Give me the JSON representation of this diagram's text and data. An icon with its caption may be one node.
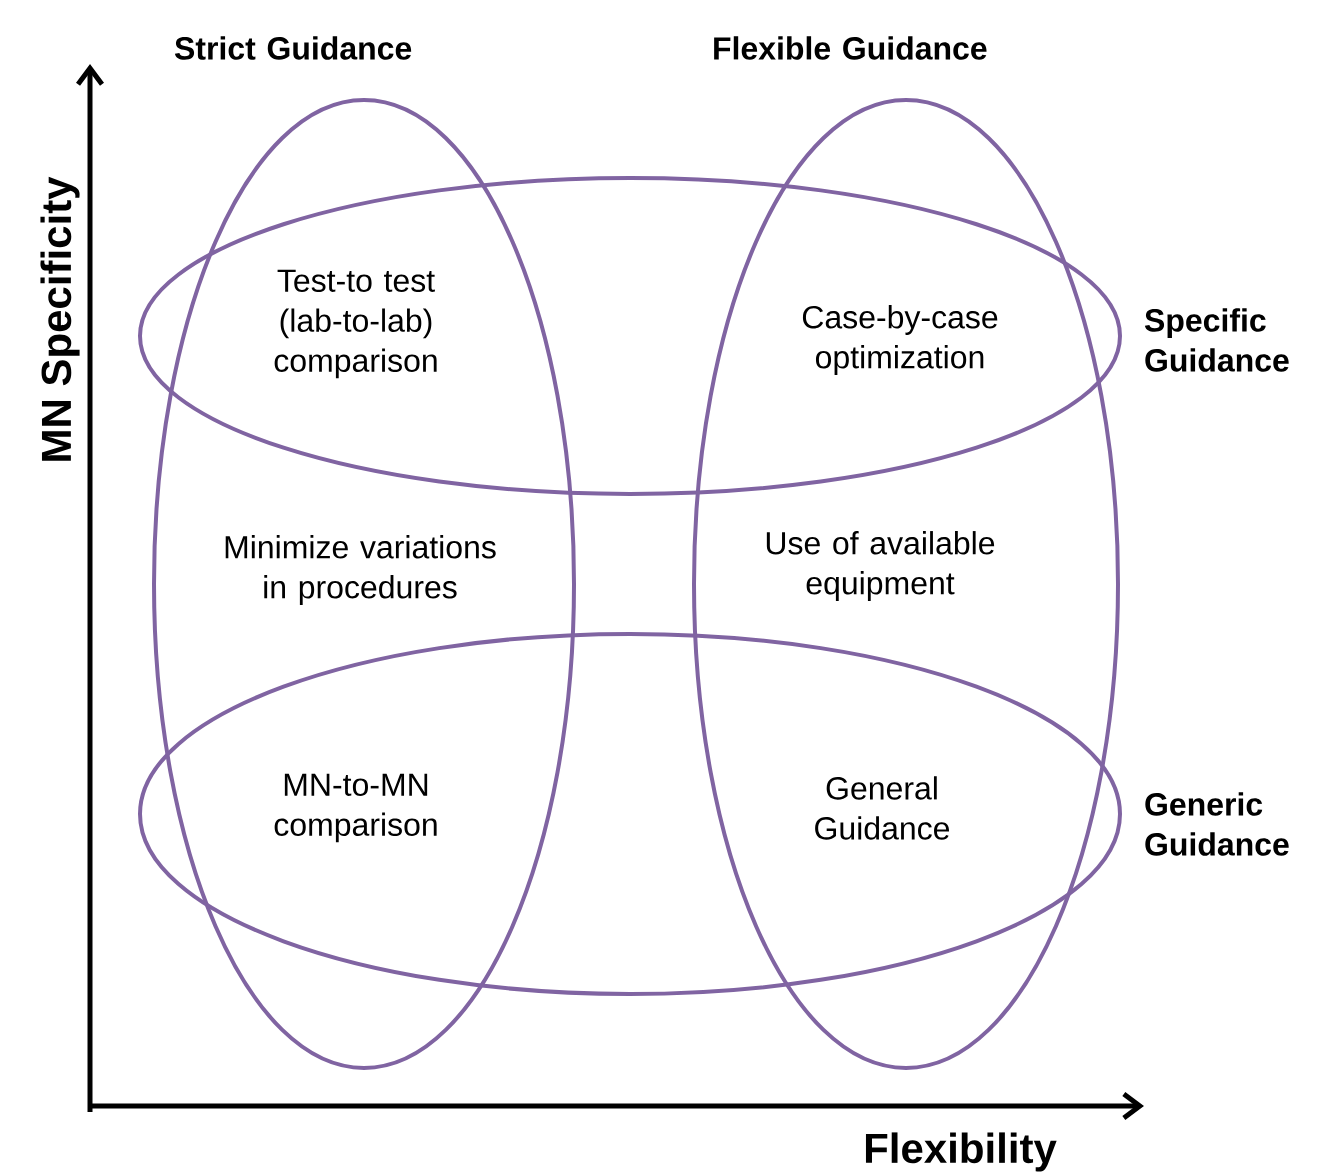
{
  "diagram": {
    "nodes": [
      {
        "text": [
          "Strict Guidance"
        ]
      },
      {
        "text": [
          "Flexible Guidance"
        ]
      },
      {
        "text": [
          "Specific Guidance"
        ]
      },
      {
        "text": [
          "Generic Guidance"
        ]
      }
    ],
    "labels": [
      "MN Specificity",
      "Test-to test (lab-to-lab) comparison",
      "Case-by-case optimization",
      "Minimize variations in procedures",
      "Use of available equipment",
      "MN-to-MN comparison",
      "General Guidance",
      "Flexibility"
    ]
  }
}
